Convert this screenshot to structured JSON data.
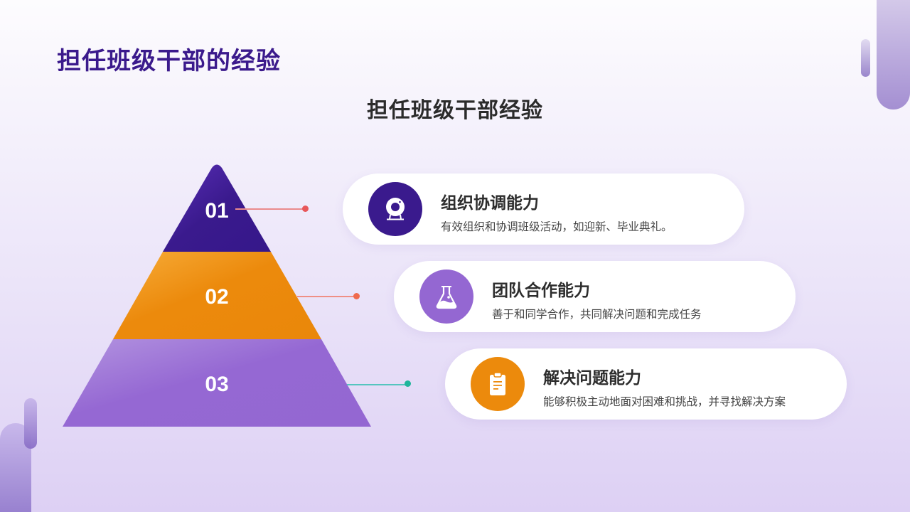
{
  "page": {
    "title": "担任班级干部的经验",
    "diagram_title": "担任班级干部经验"
  },
  "colors": {
    "title_purple": "#3b1a8c",
    "tier1": "#3a1a8d",
    "tier2": "#ec8a0c",
    "tier3": "#9467d2",
    "connector1": "#e8575a",
    "connector2": "#ef6a4d",
    "connector3": "#1fb59b"
  },
  "pyramid": {
    "tiers": [
      {
        "number": "01"
      },
      {
        "number": "02"
      },
      {
        "number": "03"
      }
    ]
  },
  "cards": [
    {
      "icon": "webcam-icon",
      "title": "组织协调能力",
      "description": "有效组织和协调班级活动，如迎新、毕业典礼。"
    },
    {
      "icon": "flask-icon",
      "title": "团队合作能力",
      "description": "善于和同学合作，共同解决问题和完成任务"
    },
    {
      "icon": "clipboard-icon",
      "title": "解决问题能力",
      "description": "能够积极主动地面对困难和挑战，并寻找解决方案"
    }
  ]
}
